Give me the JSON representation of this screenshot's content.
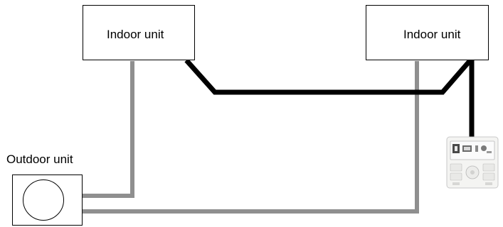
{
  "diagram": {
    "indoor_units": [
      {
        "label": "Indoor unit"
      },
      {
        "label": "Indoor unit"
      }
    ],
    "outdoor_unit": {
      "label": "Outdoor unit"
    },
    "remote_controller": {
      "icon": "remote-controller-icon"
    },
    "colors": {
      "control_wire": "#000000",
      "refrigerant_pipe": "#8f8f8f",
      "box_border": "#000000"
    }
  }
}
